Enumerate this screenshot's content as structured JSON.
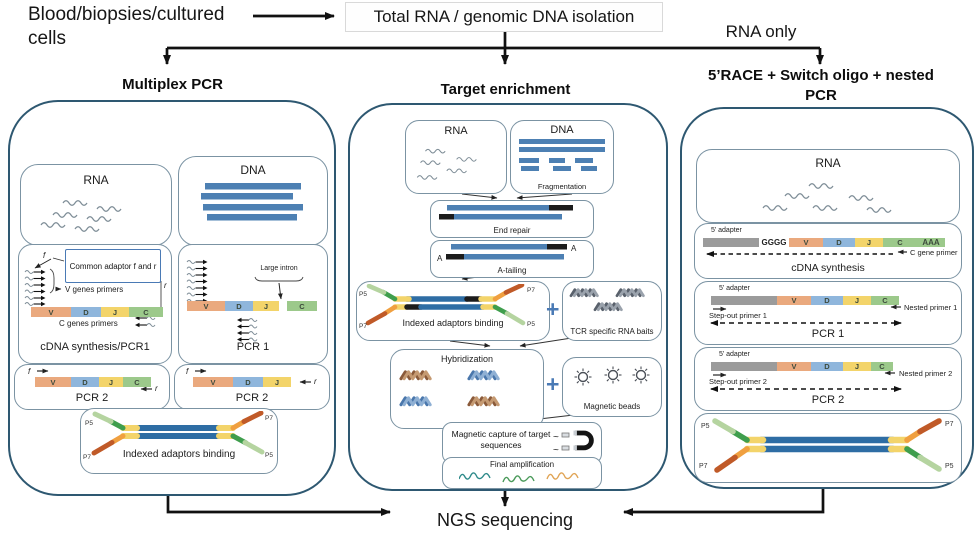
{
  "colors": {
    "panel_border": "#2e5871",
    "box_border": "#7b93a3",
    "arrow_black": "#111111",
    "dna_blue": "#4d80b3",
    "bar_blue": "#2e6da4",
    "index_black": "#1c1c1c",
    "seg_v": "#eaa97e",
    "seg_d": "#8fb6dc",
    "seg_j": "#f3d46a",
    "seg_c": "#9cc98b",
    "adapter_gray": "#9b9b9b",
    "p5_dark": "#3f9e4d",
    "p5_light": "#b5d4a0",
    "p7_orange": "#f0a040",
    "p7_dark": "#c05a28",
    "yellow_arm": "#f3d46a",
    "plus_blue": "#4a7ab5",
    "squiggle": "#7d8c96",
    "bait_dark": "#59616c",
    "bait_light": "#9aa2ac",
    "helix_blue": "#4a77ac",
    "helix_blue2": "#8fb0d4",
    "helix_tan": "#c59a72",
    "helix_tan2": "#8a5a3a",
    "amp_teal": "#2e8a8a",
    "amp_green": "#4a9a5a",
    "amp_orange": "#e0a455"
  },
  "top": {
    "source_label": "Blood/biopsies/cultured cells",
    "isolation_box": "Total RNA / genomic DNA isolation",
    "rna_only_label": "RNA only"
  },
  "headers": {
    "left": "Multiplex PCR",
    "middle": "Target enrichment",
    "right": "5’RACE + Switch oligo + nested PCR"
  },
  "genes": {
    "v": "V",
    "d": "D",
    "j": "J",
    "c": "C",
    "aaa": "AAA",
    "gggg": "GGGG"
  },
  "left_panel": {
    "rna_label": "RNA",
    "dna_label": "DNA",
    "common_adaptor": "Common adaptor f and r",
    "f": "f",
    "r": "r",
    "v_genes_primers": "V genes primers",
    "c_genes_primers": "C genes primers",
    "cdna_caption": "cDNA synthesis/PCR1",
    "large_intron": "Large intron",
    "pcr1_caption": "PCR 1",
    "pcr2_caption": "PCR 2",
    "indexed_caption": "Indexed adaptors binding",
    "p5": "P5",
    "p7": "P7"
  },
  "middle_panel": {
    "rna_label": "RNA",
    "dna_label": "DNA",
    "fragmentation": "Fragmentation",
    "end_repair": "End repair",
    "a_tailing": "A-tailing",
    "a": "A",
    "indexed_caption": "Indexed adaptors binding",
    "plus": "+",
    "baits_caption": "TCR specific RNA baits",
    "hybridization": "Hybridization",
    "beads_caption": "Magnetic beads",
    "capture_caption": "Magnetic capture of target sequences",
    "final_caption": "Final amplification",
    "p5": "P5",
    "p7": "P7"
  },
  "right_panel": {
    "rna_label": "RNA",
    "five_adapter": "5’ adapter",
    "c_gene_primer": "C gene primer",
    "cdna_caption": "cDNA synthesis",
    "step_out_1": "Step-out primer 1",
    "nested_1": "Nested primer 1",
    "pcr1_caption": "PCR 1",
    "step_out_2": "Step-out primer 2",
    "nested_2": "Nested primer 2",
    "pcr2_caption": "PCR 2",
    "p5": "P5",
    "p7": "P7"
  },
  "bottom": {
    "ngs_label": "NGS sequencing"
  }
}
